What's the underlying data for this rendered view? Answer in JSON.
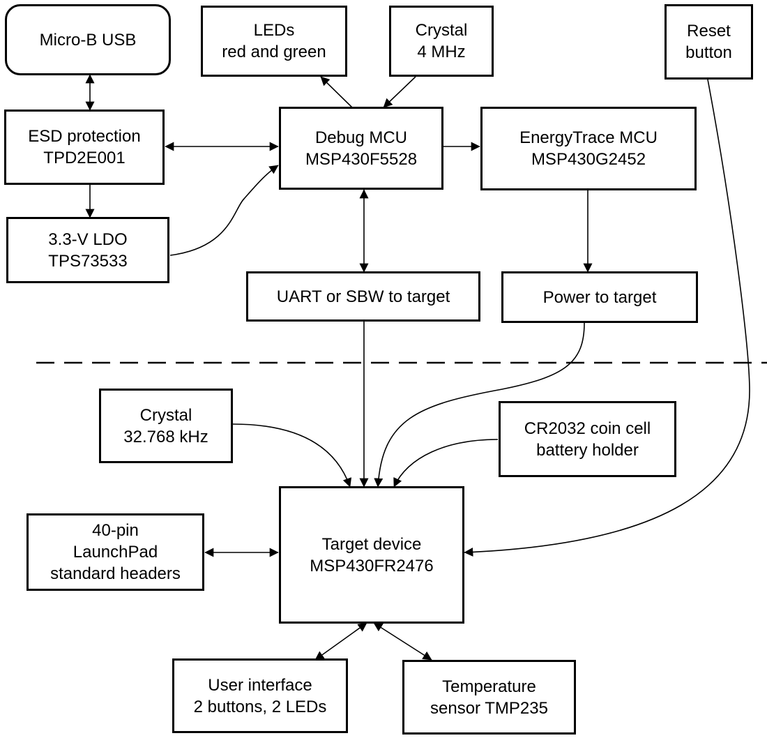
{
  "blocks": {
    "usb": [
      "Micro-B USB"
    ],
    "esd": [
      "ESD protection",
      "TPD2E001"
    ],
    "ldo": [
      "3.3-V LDO",
      "TPS73533"
    ],
    "leds": [
      "LEDs",
      "red and green"
    ],
    "crystal_4mhz": [
      "Crystal",
      "4 MHz"
    ],
    "debug_mcu": [
      "Debug MCU",
      "MSP430F5528"
    ],
    "energytrace_mcu": [
      "EnergyTrace MCU",
      "MSP430G2452"
    ],
    "reset": [
      "Reset",
      "button"
    ],
    "uart": [
      "UART or SBW to target"
    ],
    "power": [
      "Power to target"
    ],
    "crystal_32k": [
      "Crystal",
      "32.768 kHz"
    ],
    "coin_cell": [
      "CR2032 coin cell",
      "battery holder"
    ],
    "headers": [
      "40-pin",
      "LaunchPad",
      "standard headers"
    ],
    "target": [
      "Target device",
      "MSP430FR2476"
    ],
    "user_interface": [
      "User interface",
      "2 buttons, 2 LEDs"
    ],
    "temp_sensor": [
      "Temperature",
      "sensor TMP235"
    ]
  },
  "colors": {
    "line": "#000000",
    "background": "#ffffff"
  }
}
